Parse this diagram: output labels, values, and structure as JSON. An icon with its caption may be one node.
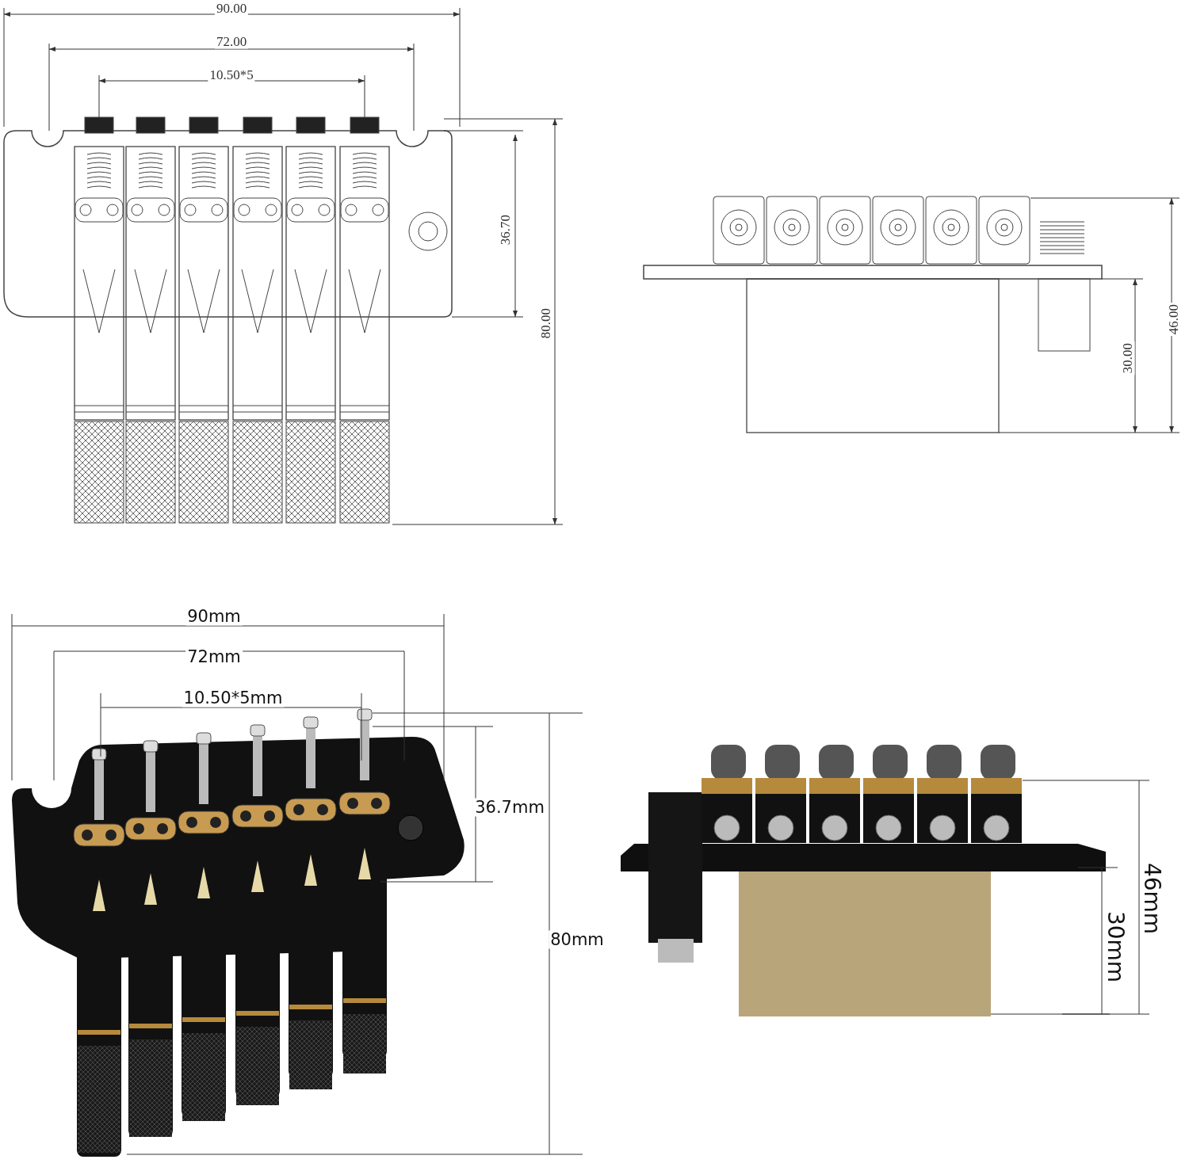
{
  "diagram": {
    "labels": [
      "90.00",
      "72.00",
      "10.50*5",
      "36.70",
      "80.00",
      "46.00",
      "30.00",
      "90mm",
      "72mm",
      "10.50*5mm",
      "36.7mm",
      "80mm",
      "46mm",
      "30mm"
    ]
  }
}
